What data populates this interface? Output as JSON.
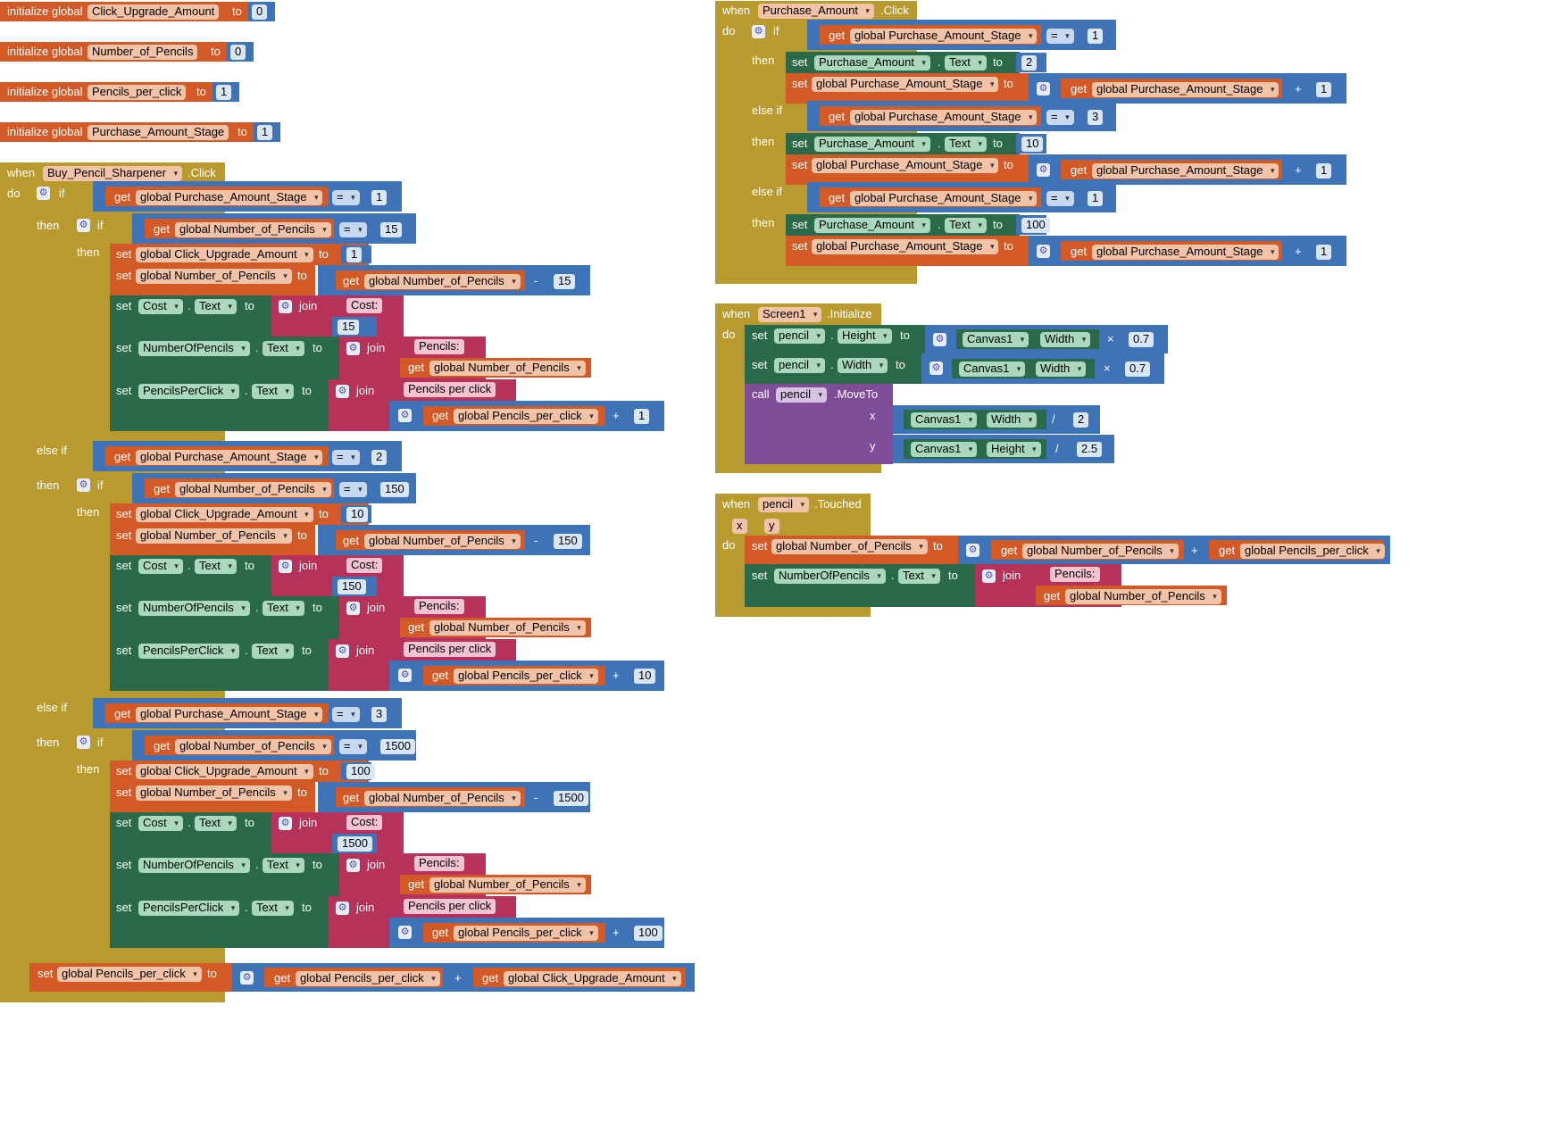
{
  "kw": {
    "init_global": "initialize global",
    "to": "to",
    "when": "when",
    "do": "do",
    "if": "if",
    "then": "then",
    "else_if": "else if",
    "get": "get",
    "set": "set",
    "join": "join",
    "call": "call",
    "dot": ".",
    "eq": "=",
    "plus": "+",
    "minus": "-",
    "times": "×",
    "divide": "/",
    "quote": "\""
  },
  "vars": {
    "click_upgrade": "Click_Upgrade_Amount",
    "num_pencils": "Number_of_Pencils",
    "pencils_per_click": "Pencils_per_click",
    "purchase_stage": "Purchase_Amount_Stage"
  },
  "gvars": {
    "click_upgrade": "global Click_Upgrade_Amount",
    "num_pencils": "global Number_of_Pencils",
    "pencils_per_click": "global Pencils_per_click",
    "purchase_stage": "global Purchase_Amount_Stage"
  },
  "comp": {
    "buy_sharpener": "Buy_Pencil_Sharpener",
    "purchase_amount": "Purchase_Amount",
    "screen1": "Screen1",
    "pencil": "pencil",
    "canvas1": "Canvas1",
    "cost": "Cost",
    "number_of_pencils": "NumberOfPencils",
    "pencils_per_click": "PencilsPerClick"
  },
  "props": {
    "text": "Text",
    "width": "Width",
    "height": "Height"
  },
  "events": {
    "click": ".Click",
    "initialize": ".Initialize",
    "touched": ".Touched",
    "moveto": ".MoveTo"
  },
  "params": {
    "x": "x",
    "y": "y"
  },
  "strings": {
    "cost": "Cost: ",
    "pencils": "Pencils: ",
    "ppc": "Pencils per click "
  },
  "inits": [
    {
      "var": "Click_Upgrade_Amount",
      "value": "0"
    },
    {
      "var": "Number_of_Pencils",
      "value": "0"
    },
    {
      "var": "Pencils_per_click",
      "value": "1"
    },
    {
      "var": "Purchase_Amount_Stage",
      "value": "1"
    }
  ],
  "buy_sections": [
    {
      "label": "if",
      "stage": "1",
      "threshold": "15",
      "upgrade": "1"
    },
    {
      "label": "else if",
      "stage": "2",
      "threshold": "150",
      "upgrade": "10"
    },
    {
      "label": "else if",
      "stage": "3",
      "threshold": "1500",
      "upgrade": "100"
    }
  ],
  "purchase_sections": [
    {
      "label": "if",
      "stage": "1",
      "text": "2"
    },
    {
      "label": "else if",
      "stage": "3",
      "text": "10"
    },
    {
      "label": "else if",
      "stage": "1",
      "text": "100"
    }
  ],
  "screen_init": {
    "factor_h": "0.7",
    "factor_w": "0.7",
    "div_x": "2",
    "div_y": "2.5"
  },
  "stage_increment": "1",
  "colors": {
    "event": "#b89a2f",
    "variable": "#d35a27",
    "math": "#3f73b8",
    "component": "#2a6a4a",
    "text": "#b7325a",
    "procedure": "#7f4d97"
  }
}
